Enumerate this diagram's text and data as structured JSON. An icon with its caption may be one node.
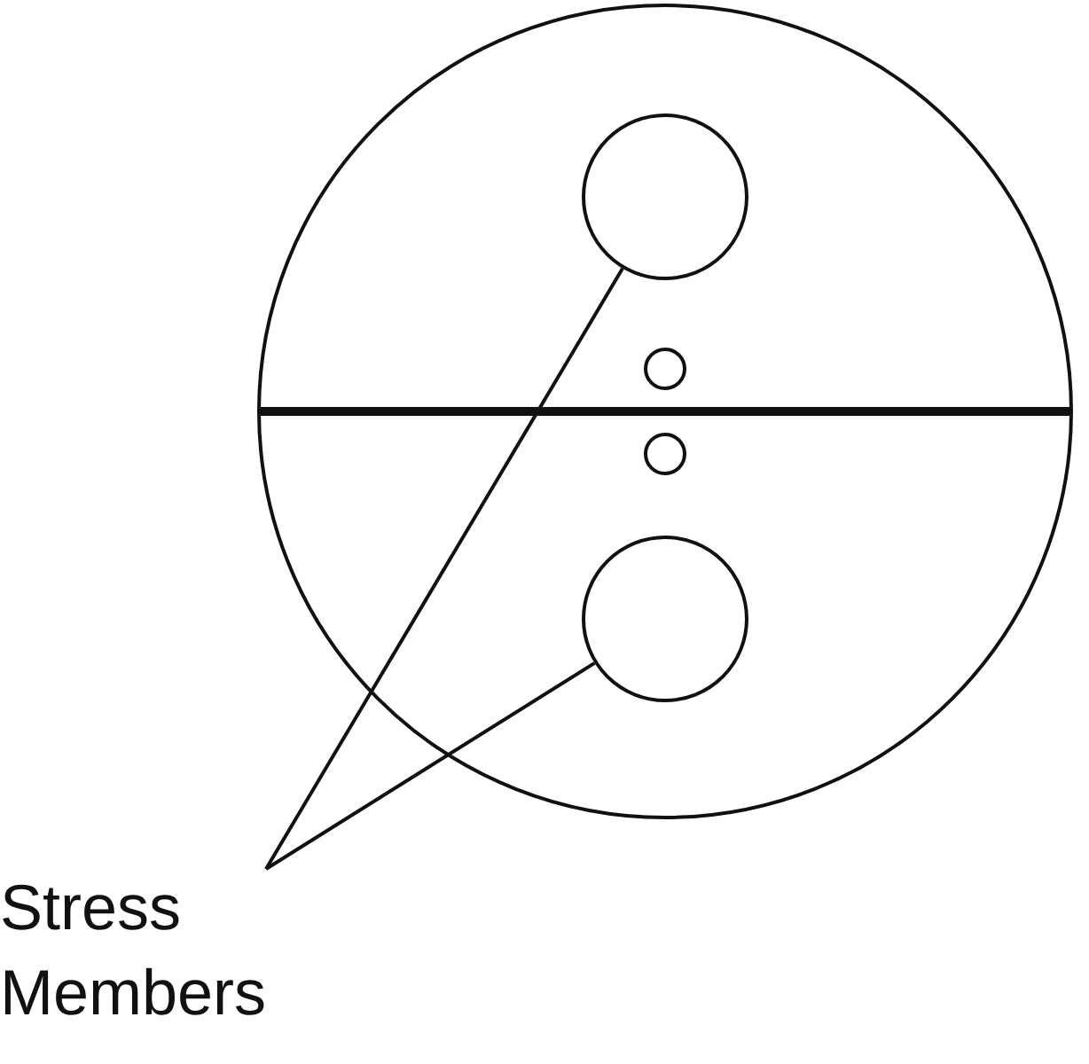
{
  "diagram": {
    "nodes": [
      {
        "text": [
          "Stress Members"
        ]
      },
      {
        "text": [],
        "shape": "circle"
      },
      {
        "text": [],
        "shape": "circle"
      }
    ],
    "edges": [
      {
        "from": 0,
        "to": 1,
        "arrow": "none"
      },
      {
        "from": 0,
        "to": 2,
        "arrow": "none"
      }
    ]
  }
}
